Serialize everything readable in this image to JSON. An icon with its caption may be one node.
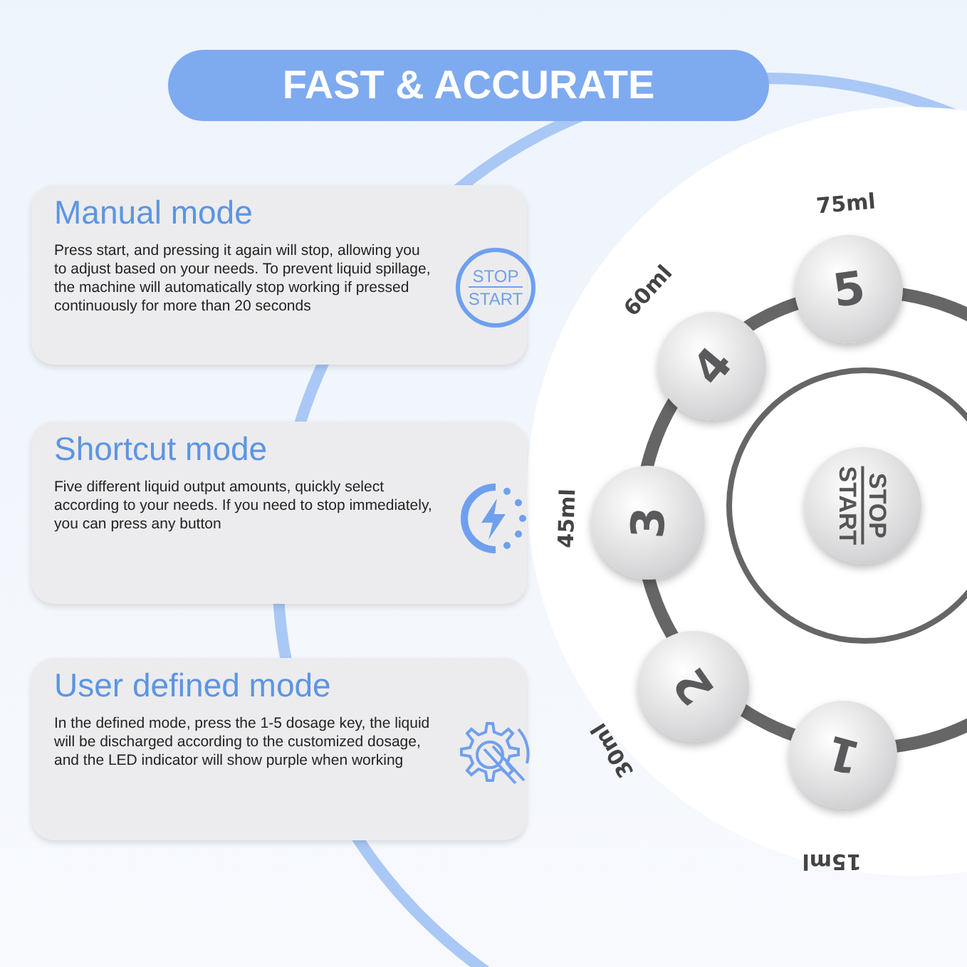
{
  "diagram": {
    "title": "FAST & ACCURATE",
    "nodes": [
      {
        "text": [
          "Manual mode",
          "Press start, and pressing it again will stop, allowing you to adjust based on your needs. To prevent liquid spillage, the machine will automatically stop working if pressed continuously for more than 20 seconds"
        ]
      },
      {
        "text": [
          "STOP",
          "START"
        ],
        "in": 0
      },
      {
        "text": [
          "Shortcut mode",
          "Five different liquid output amounts, quickly select according to your needs. If you need to stop immediately, you can press any button"
        ]
      },
      {
        "text": [
          "User defined mode",
          "In the defined mode, press the 1-5 dosage key, the liquid will be discharged according to the customized dosage, and the LED indicator will show purple when working"
        ]
      },
      {
        "text": [
          "5"
        ],
        "beside": [
          "75ml"
        ]
      },
      {
        "text": [
          "4"
        ],
        "beside": [
          "60ml"
        ]
      },
      {
        "text": [
          "3"
        ],
        "beside": [
          "45ml"
        ]
      },
      {
        "text": [
          "2"
        ],
        "beside": [
          "30ml"
        ]
      },
      {
        "text": [
          "1"
        ],
        "beside": [
          "15ml"
        ]
      },
      {
        "text": [
          "STOP",
          "START"
        ]
      }
    ],
    "edges": []
  }
}
